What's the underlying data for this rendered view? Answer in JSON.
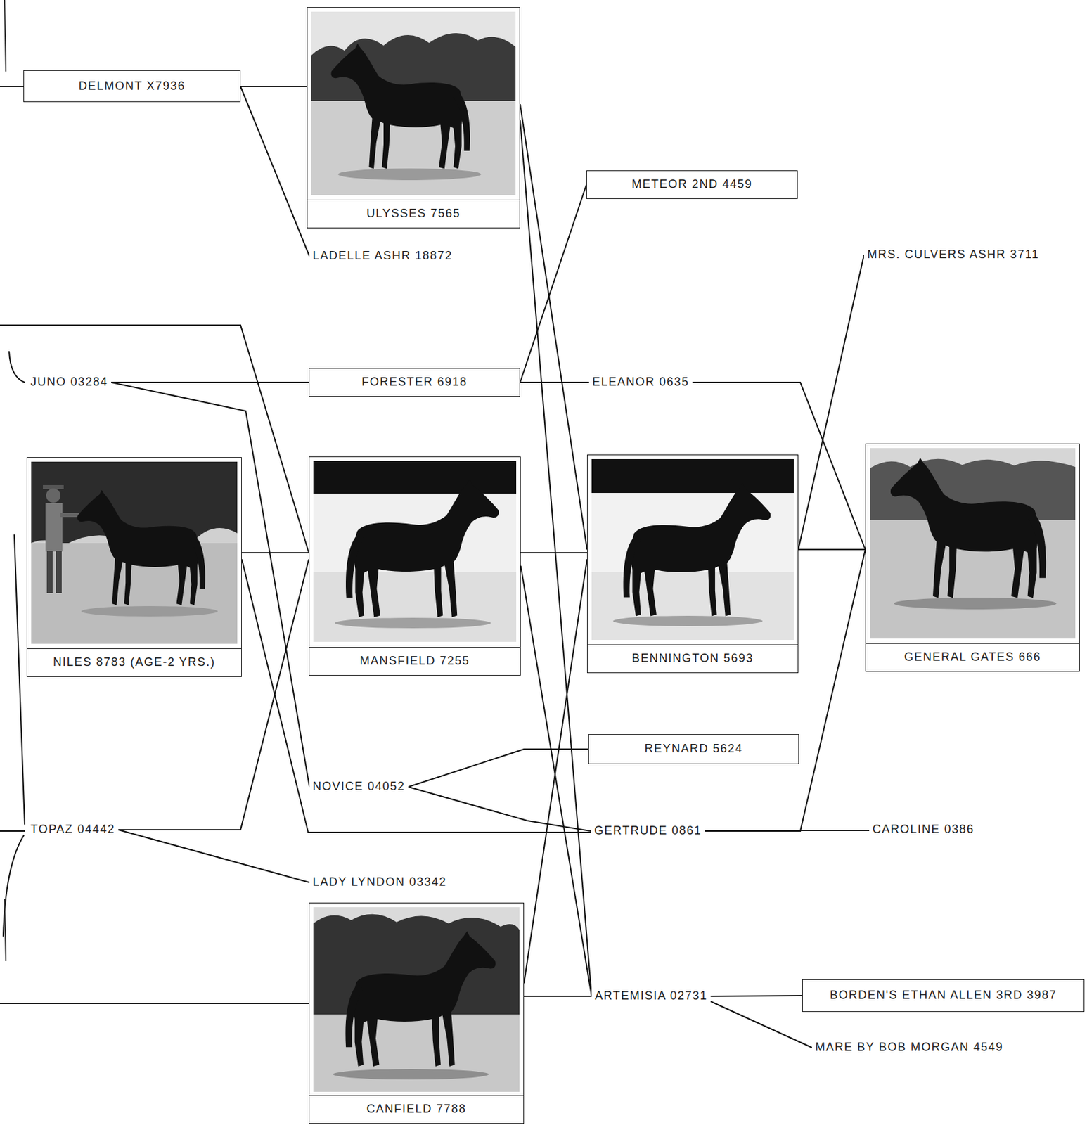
{
  "diagram": {
    "nodes": [
      {
        "text": [
          "DELMONT X7936"
        ]
      },
      {
        "text": [
          "ULYSSES 7565"
        ]
      },
      {
        "text": [
          "METEOR 2ND 4459"
        ]
      },
      {
        "text": [
          "LADELLE ASHR 18872"
        ]
      },
      {
        "text": [
          "MRS. CULVERS ASHR 3711"
        ]
      },
      {
        "text": [
          "JUNO 03284"
        ]
      },
      {
        "text": [
          "FORESTER 6918"
        ]
      },
      {
        "text": [
          "ELEANOR 0635"
        ]
      },
      {
        "text": [
          "NILES 8783 (AGE-2 YRS.)"
        ]
      },
      {
        "text": [
          "MANSFIELD 7255"
        ]
      },
      {
        "text": [
          "BENNINGTON 5693"
        ]
      },
      {
        "text": [
          "GENERAL GATES 666"
        ]
      },
      {
        "text": [
          "REYNARD 5624"
        ]
      },
      {
        "text": [
          "NOVICE 04052"
        ]
      },
      {
        "text": [
          "GERTRUDE 0861"
        ]
      },
      {
        "text": [
          "CAROLINE 0386"
        ]
      },
      {
        "text": [
          "TOPAZ 04442"
        ]
      },
      {
        "text": [
          "LADY LYNDON 03342"
        ]
      },
      {
        "text": [
          "CANFIELD 7788"
        ]
      },
      {
        "text": [
          "ARTEMISIA 02731"
        ]
      },
      {
        "text": [
          "BORDEN'S ETHAN ALLEN 3RD 3987"
        ]
      },
      {
        "text": [
          "MARE BY BOB MORGAN 4549"
        ]
      }
    ],
    "edges": [
      {
        "from": 0,
        "to": 1,
        "arrow": "none"
      },
      {
        "from": 0,
        "to": 3,
        "arrow": "none"
      },
      {
        "from": 1,
        "to": 10,
        "arrow": "none"
      },
      {
        "from": 1,
        "to": 19,
        "arrow": "none"
      },
      {
        "from": 5,
        "to": 6,
        "arrow": "none"
      },
      {
        "from": 5,
        "to": 13,
        "arrow": "none"
      },
      {
        "from": 8,
        "to": 9,
        "arrow": "none"
      },
      {
        "from": 8,
        "to": 14,
        "arrow": "none"
      },
      {
        "from": 9,
        "to": 10,
        "arrow": "none"
      },
      {
        "from": 9,
        "to": 19,
        "arrow": "none"
      },
      {
        "from": 6,
        "to": 2,
        "arrow": "none"
      },
      {
        "from": 6,
        "to": 7,
        "arrow": "none"
      },
      {
        "from": 7,
        "to": 11,
        "arrow": "none"
      },
      {
        "from": 10,
        "to": 11,
        "arrow": "none"
      },
      {
        "from": 10,
        "to": 4,
        "arrow": "none"
      },
      {
        "from": 14,
        "to": 11,
        "arrow": "none"
      },
      {
        "from": 14,
        "to": 15,
        "arrow": "none"
      },
      {
        "from": 13,
        "to": 12,
        "arrow": "none"
      },
      {
        "from": 13,
        "to": 14,
        "arrow": "none"
      },
      {
        "from": 16,
        "to": 9,
        "arrow": "none"
      },
      {
        "from": 16,
        "to": 17,
        "arrow": "none"
      },
      {
        "from": 18,
        "to": 10,
        "arrow": "none"
      },
      {
        "from": 18,
        "to": 19,
        "arrow": "none"
      },
      {
        "from": 19,
        "to": 20,
        "arrow": "none"
      },
      {
        "from": 19,
        "to": 21,
        "arrow": "none"
      }
    ]
  }
}
